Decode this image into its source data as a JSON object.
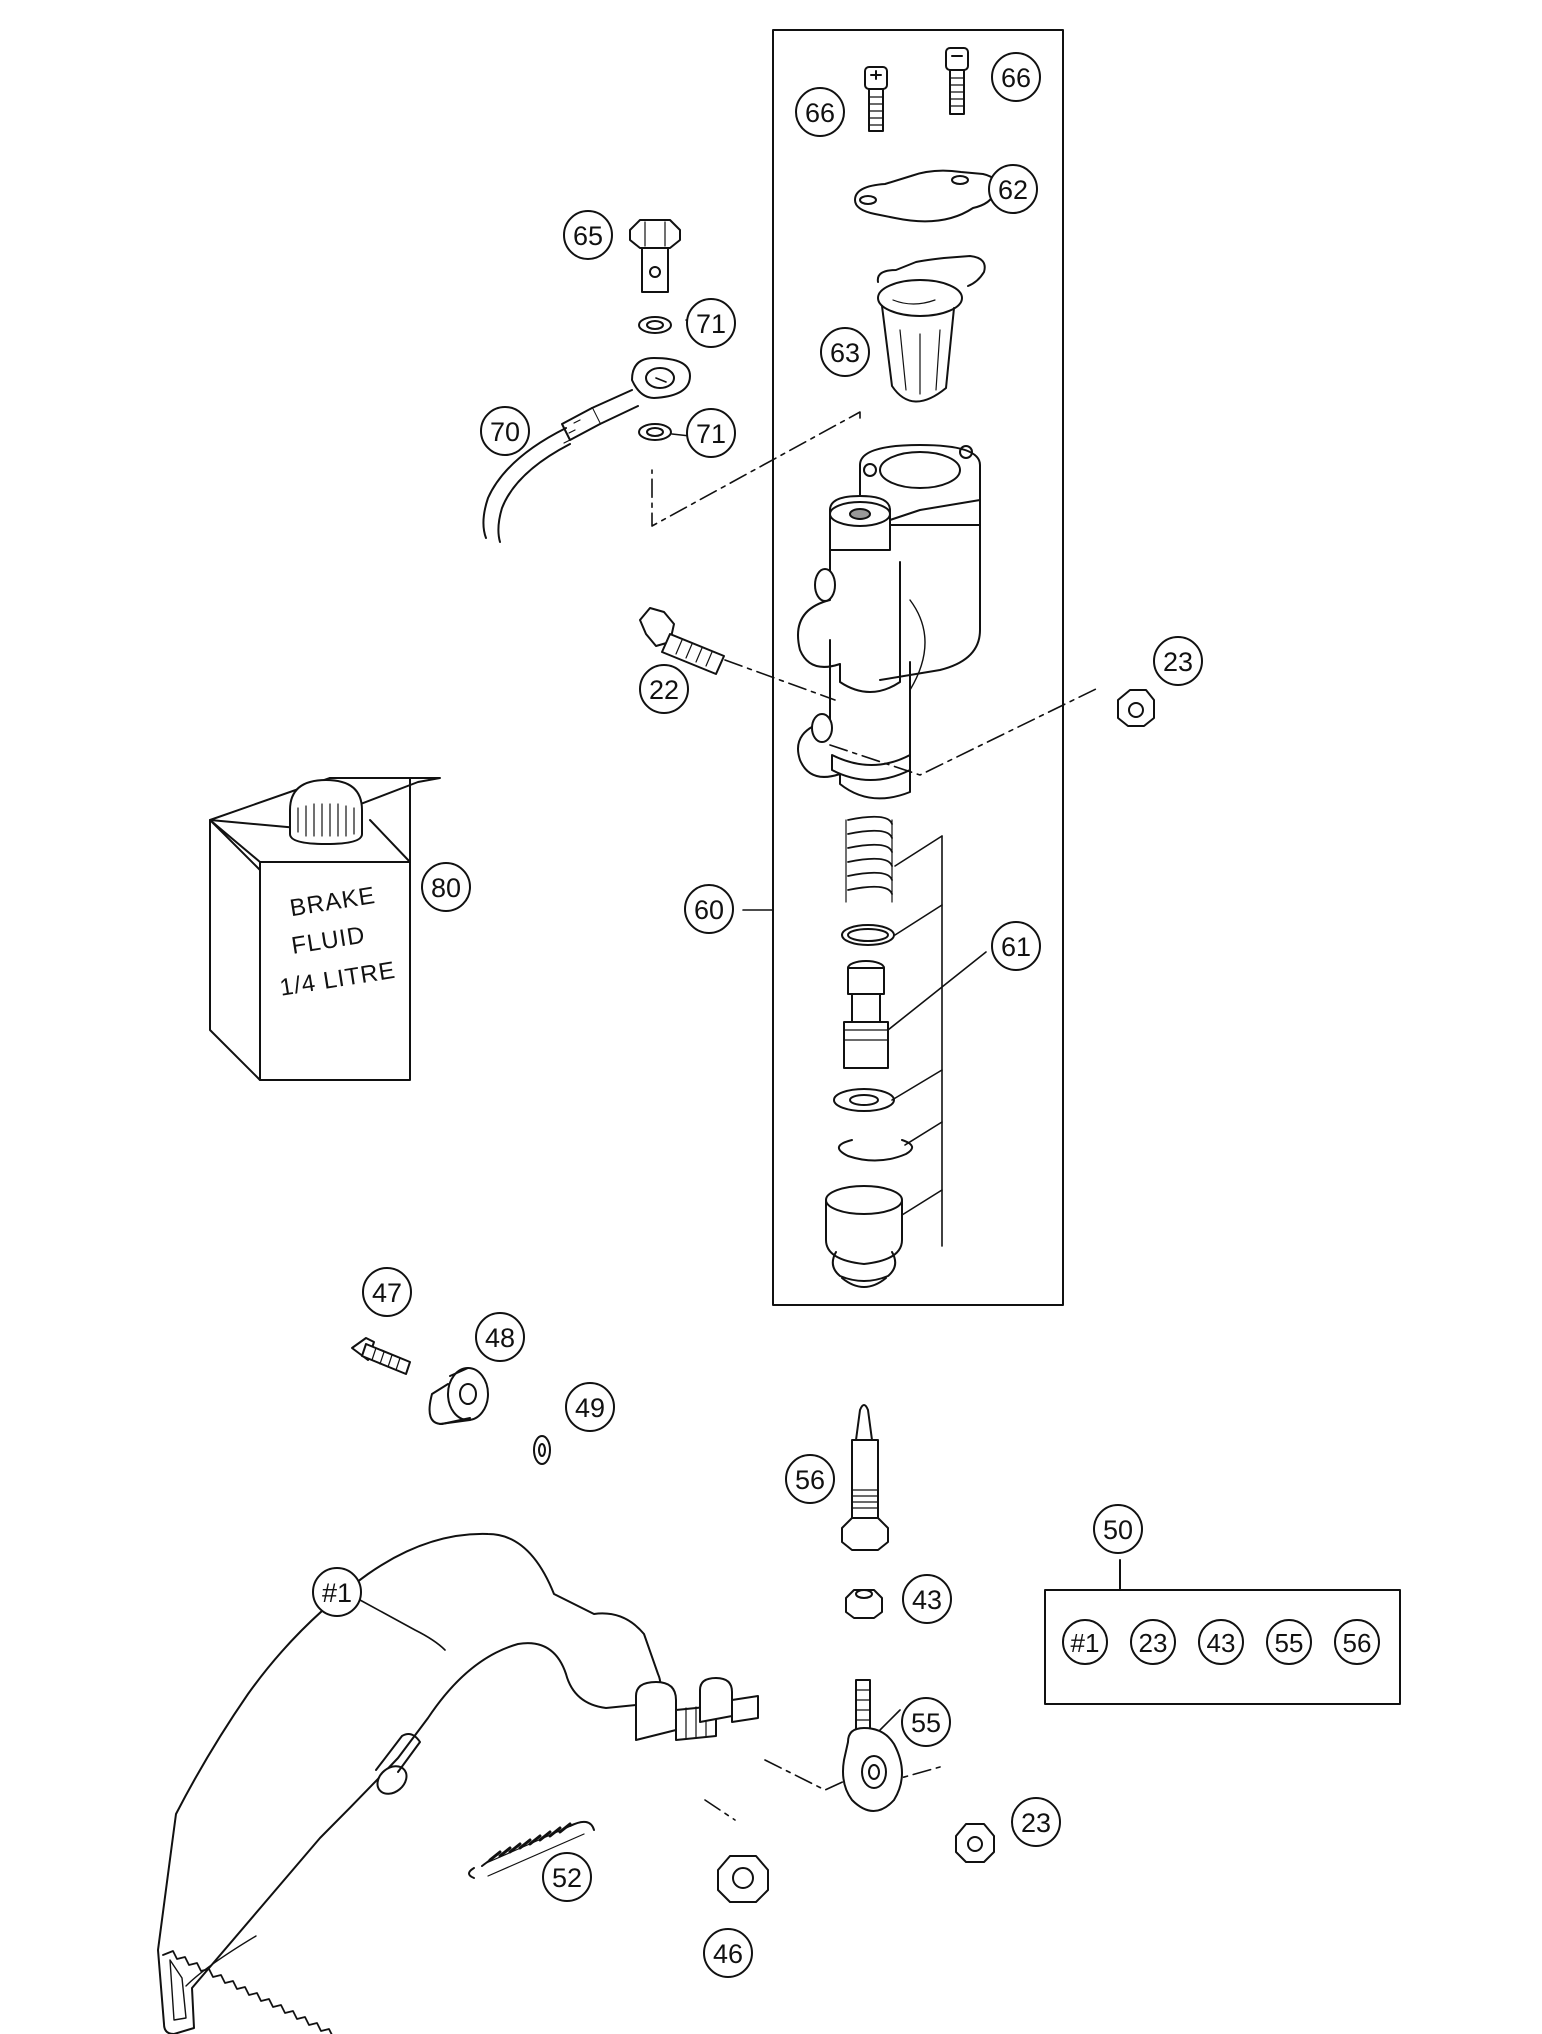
{
  "callouts": {
    "c66a": "66",
    "c66b": "66",
    "c62": "62",
    "c65": "65",
    "c71a": "71",
    "c63": "63",
    "c70": "70",
    "c71b": "71",
    "c22": "22",
    "c23a": "23",
    "c80": "80",
    "c60": "60",
    "c61": "61",
    "c47": "47",
    "c48": "48",
    "c49": "49",
    "c56": "56",
    "c50": "50",
    "c43": "43",
    "c1": "#1",
    "c55": "55",
    "c23b": "23",
    "c52": "52",
    "c46": "46"
  },
  "kit_box": {
    "items": [
      "#1",
      "23",
      "43",
      "55",
      "56"
    ]
  },
  "fluid_can": {
    "line1": "BRAKE",
    "line2": "FLUID",
    "line3": "1/4 LITRE"
  }
}
